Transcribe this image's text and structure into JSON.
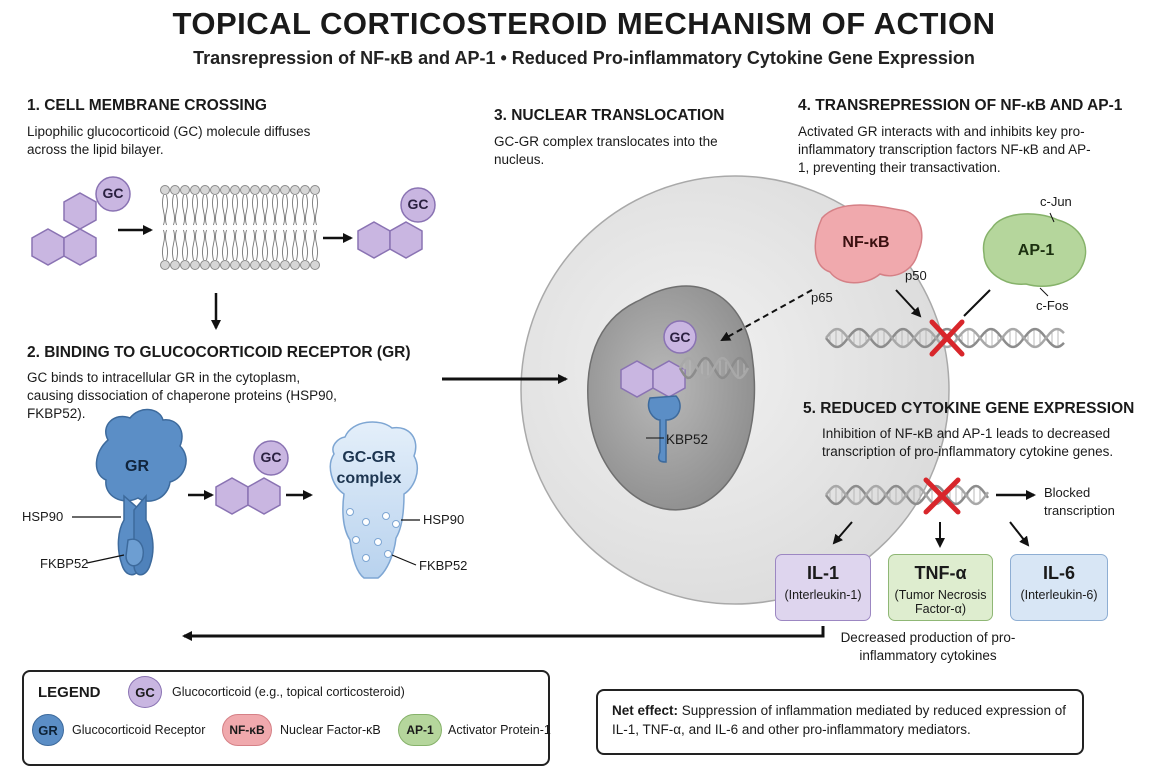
{
  "title": "TOPICAL CORTICOSTEROID MECHANISM OF ACTION",
  "subtitle": "Transrepression of NF-κB and AP-1 • Reduced Pro-inflammatory Cytokine Gene Expression",
  "sections": {
    "s1": {
      "heading": "1. CELL MEMBRANE CROSSING",
      "text": "Lipophilic glucocorticoid (GC) molecule diffuses across the lipid bilayer."
    },
    "s2": {
      "heading": "2. BINDING TO GLUCOCORTICOID RECEPTOR (GR)",
      "text": "GC binds to intracellular GR in the cytoplasm, causing dissociation of chaperone proteins (HSP90, FKBP52)."
    },
    "s3": {
      "heading": "3. NUCLEAR TRANSLOCATION",
      "text": "GC-GR complex translocates into the nucleus."
    },
    "s4": {
      "heading": "4. TRANSREPRESSION OF NF-κB AND AP-1",
      "text": "Activated GR interacts with and inhibits key pro-inflammatory transcription factors NF-κB and AP-1, preventing their transactivation."
    },
    "s5": {
      "heading": "5. REDUCED CYTOKINE GENE EXPRESSION",
      "text": "Inhibition of NF-κB and AP-1 leads to decreased transcription of pro-inflammatory cytokine genes."
    }
  },
  "labels": {
    "gc": "GC",
    "gr": "GR",
    "hsp90": "HSP90",
    "fkbp52": "FKBP52",
    "complex_line1": "GC-GR",
    "complex_line2": "complex",
    "kbp52": "KBP52",
    "nfkb": "NF-κB",
    "p50": "p50",
    "p65": "p65",
    "ap1": "AP-1",
    "cjun": "c-Jun",
    "cfos": "c-Fos",
    "blocked": "Blocked transcription",
    "decreased": "Decreased production of pro-inflammatory cytokines"
  },
  "cytokines": [
    {
      "name": "IL-1",
      "desc": "(Interleukin-1)",
      "bg": "#ded5ee",
      "border": "#9c87c2"
    },
    {
      "name": "TNF-α",
      "desc": "(Tumor Necrosis Factor-α)",
      "bg": "#deedcf",
      "border": "#8fb775"
    },
    {
      "name": "IL-6",
      "desc": "(Interleukin-6)",
      "bg": "#d8e6f5",
      "border": "#8eaed3"
    }
  ],
  "legend": {
    "title": "LEGEND",
    "items": [
      {
        "chip": "GC",
        "text": "Glucocorticoid (e.g., topical corticosteroid)"
      },
      {
        "chip": "GR",
        "text": "Glucocorticoid Receptor"
      },
      {
        "chip": "NF-κB",
        "text": "Nuclear Factor-κB"
      },
      {
        "chip": "AP-1",
        "text": "Activator Protein-1"
      }
    ]
  },
  "net_effect": {
    "label": "Net effect:",
    "text": "Suppression of inflammation mediated by reduced expression of IL-1, TNF-α, and IL-6 and other pro-inflammatory mediators."
  },
  "colors": {
    "gc": "#c9b6e1",
    "gc_stroke": "#8a73b3",
    "gr": "#5b8ec6",
    "gr_stroke": "#3d6a9c",
    "nfkb": "#f0a9ad",
    "ap1": "#b5d69c",
    "inhibit": "#d8262b"
  }
}
